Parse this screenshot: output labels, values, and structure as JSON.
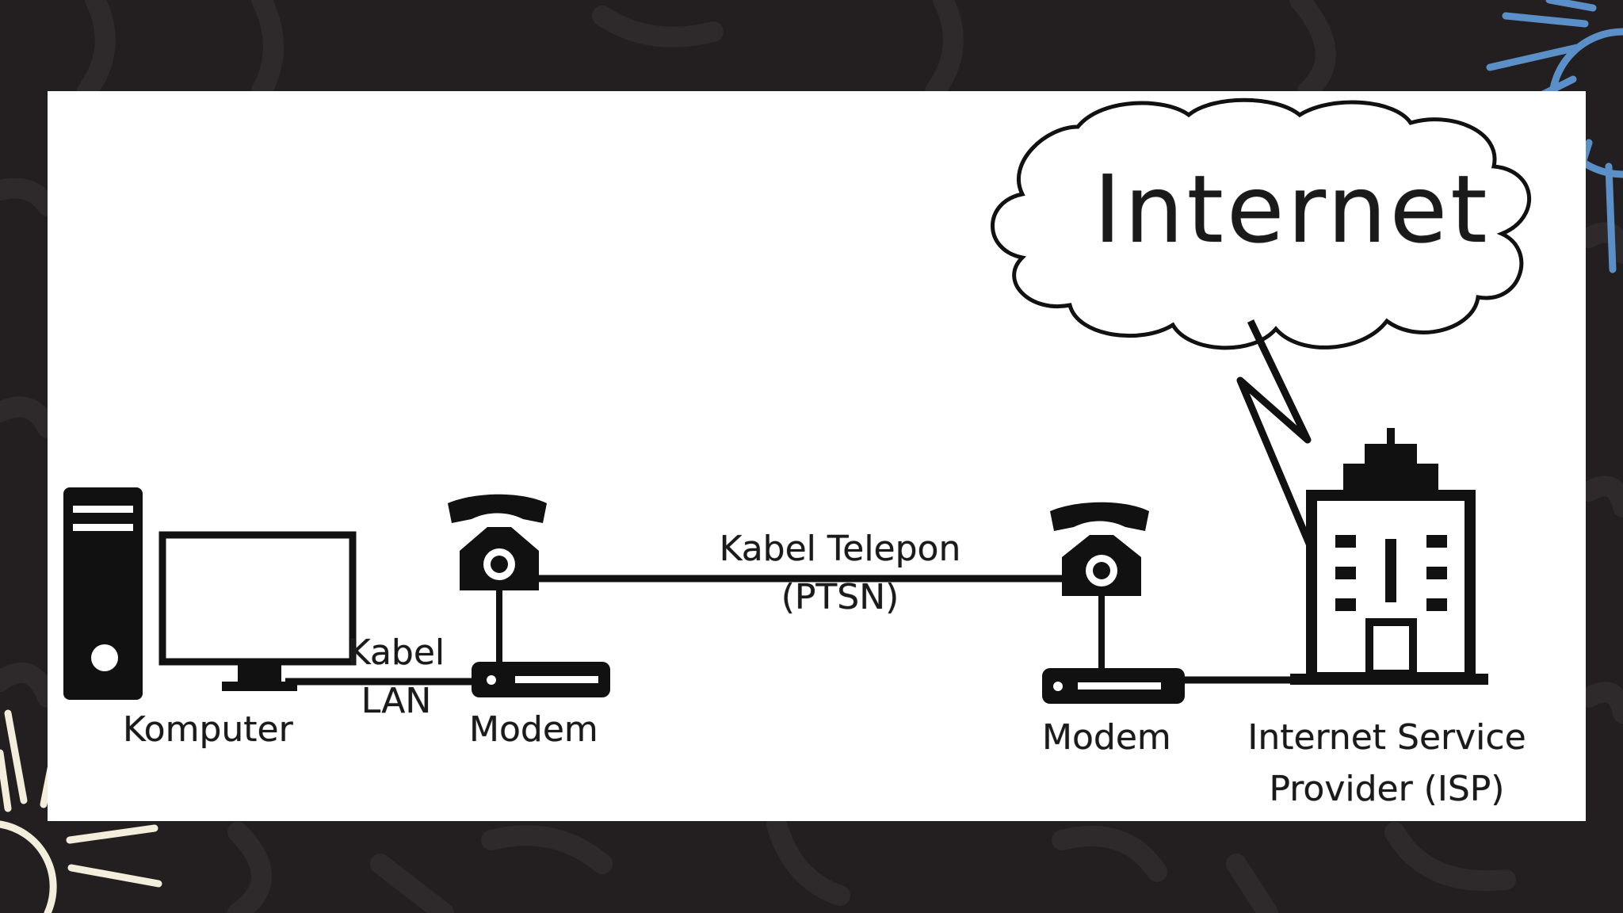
{
  "diagram": {
    "cloud_label": "Internet",
    "cable_phone_label_line1": "Kabel Telepon",
    "cable_phone_label_line2": "(PTSN)",
    "cable_lan_label_line1": "Kabel",
    "cable_lan_label_line2": "LAN",
    "computer_label": "Komputer",
    "modem_left_label": "Modem",
    "modem_right_label": "Modem",
    "isp_label_line1": "Internet Service",
    "isp_label_line2": "Provider (ISP)"
  },
  "colors": {
    "background": "#231f20",
    "panel": "#ffffff",
    "ink": "#111111",
    "sunburst_blue": "#5b8fc7",
    "sunburst_cream": "#f3eedc"
  },
  "icons": [
    "computer-tower-icon",
    "monitor-icon",
    "telephone-icon",
    "modem-icon",
    "building-icon",
    "cloud-icon",
    "lightning-link-icon",
    "sunburst-icon"
  ]
}
